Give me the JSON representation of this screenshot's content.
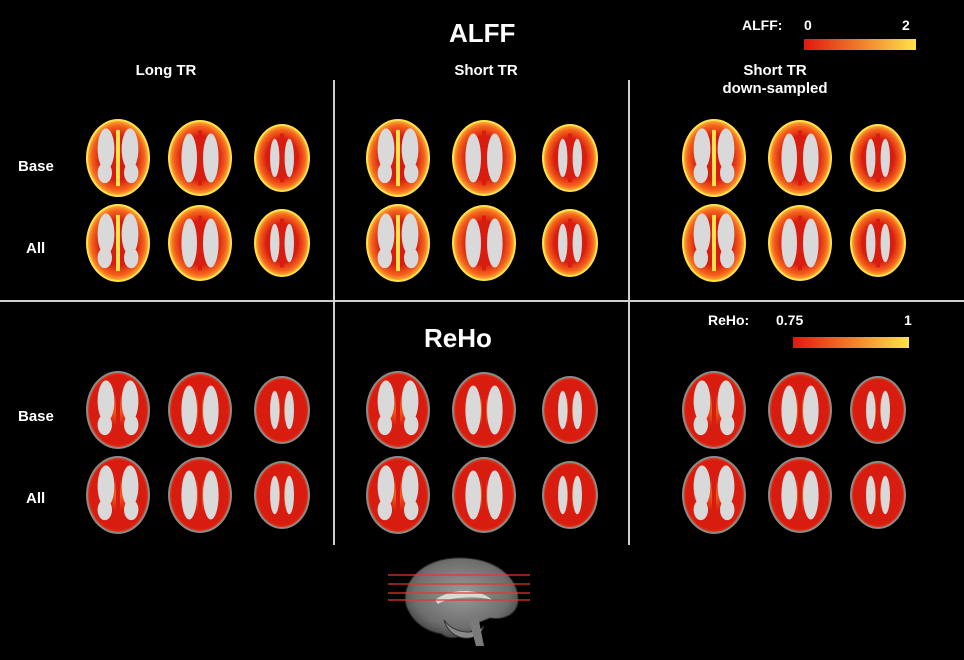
{
  "alff": {
    "title": "ALFF",
    "colorbar": {
      "label": "ALFF:",
      "min_label": "0",
      "max_label": "2",
      "min_color": "#e0180f",
      "max_color": "#ffe24a"
    }
  },
  "reho": {
    "title": "ReHo",
    "colorbar": {
      "label": "ReHo:",
      "min_label": "0.75",
      "max_label": "1",
      "min_color": "#e0180f",
      "max_color": "#ffe24a"
    }
  },
  "columns": [
    {
      "label": "Long TR"
    },
    {
      "label": "Short TR"
    },
    {
      "label": "Short TR\ndown-sampled"
    }
  ],
  "rows": [
    {
      "label": "Base"
    },
    {
      "label": "All"
    }
  ],
  "colors": {
    "background": "#000000",
    "activation_low": "#d81d10",
    "activation_mid": "#f5641c",
    "activation_high": "#ffe24a",
    "white_matter": "#d9d9d9",
    "divider": "#cfcfcf",
    "scout_line": "#e03a2a"
  }
}
